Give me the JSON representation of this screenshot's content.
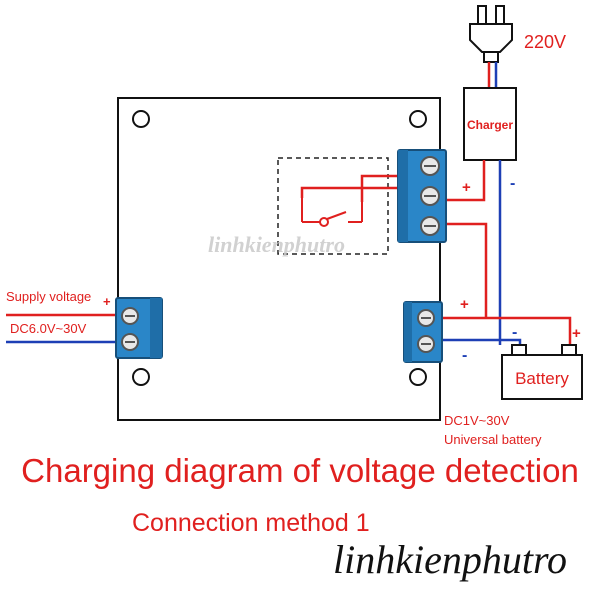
{
  "labels": {
    "mains_voltage": "220V",
    "charger": "Charger",
    "supply_voltage": "Supply voltage",
    "supply_range": "DC6.0V~30V",
    "battery": "Battery",
    "battery_range": "DC1V~30V",
    "battery_type": "Universal battery",
    "charger_plus": "+",
    "charger_minus": "-",
    "out_plus": "+",
    "out_minus": "-",
    "battery_plus": "+",
    "battery_minus": "-",
    "supply_plus": "+"
  },
  "watermark": "linhkienphutro",
  "title": "Charging diagram of voltage detection",
  "subtitle": "Connection method 1",
  "brand": "linhkienphutro",
  "colors": {
    "red_wire": "#e0201f",
    "blue_wire": "#1d3fb5",
    "terminal": "#2a86c8",
    "board": "#ffffff",
    "text_red": "#e0201f"
  }
}
